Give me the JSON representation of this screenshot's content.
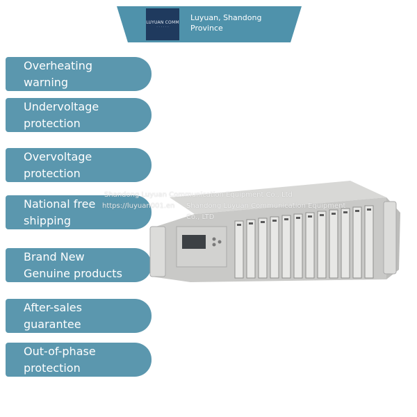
{
  "banner": {
    "logo_line1": "LUYUAN COMM",
    "logo_line2": "· · · · · ·",
    "region": "Luyuan, Shandong Province"
  },
  "features": [
    "Overheating warning",
    "Undervoltage protection",
    "Overvoltage protection",
    "National free shipping",
    "Brand New Genuine products",
    "After-sales guarantee",
    "Out-of-phase protection"
  ],
  "watermark": {
    "line1": "Shandong Luyuan Communication Equipment Co., Ltd",
    "line2_url": "https://luyuan001.en",
    "line2_company": "Shandong Luyuan Communication Equipment",
    "line3": "Co., LTD"
  },
  "colors": {
    "pill": "#5b97ae",
    "banner": "#4f92ab",
    "logo": "#1f3a5e"
  }
}
